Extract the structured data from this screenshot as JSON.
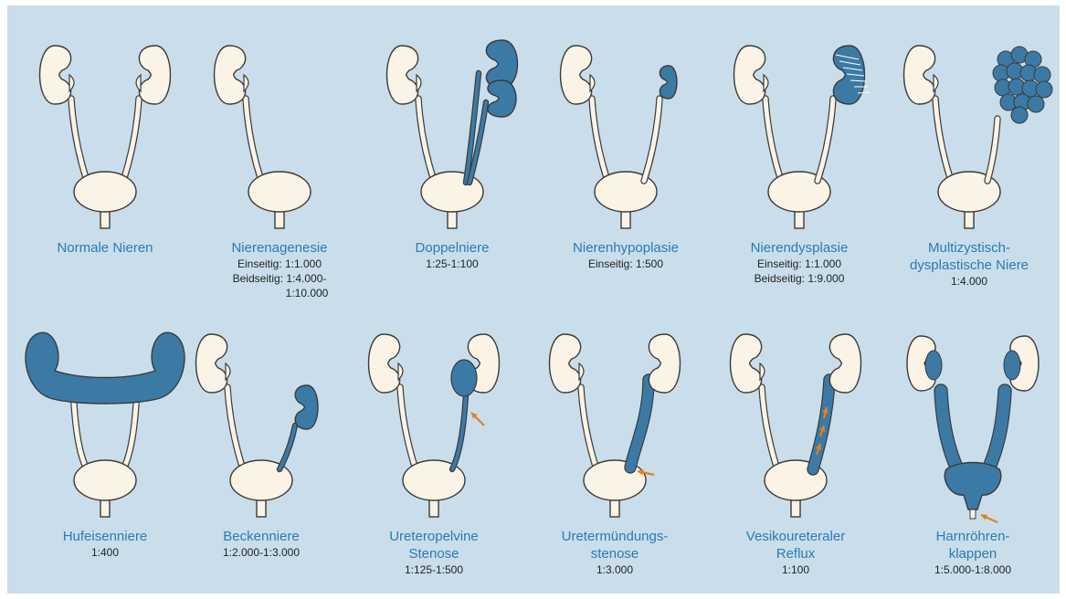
{
  "panels": [
    {
      "key": "normal",
      "title_lines": [
        "Normale Nieren"
      ],
      "lines": [],
      "align": "center"
    },
    {
      "key": "agenesis",
      "title_lines": [
        "Nierenagenesie"
      ],
      "lines": [
        "Einseitig:  1:1.000",
        "Beidseitig: 1:4.000-",
        "1:10.000"
      ],
      "align": "center"
    },
    {
      "key": "duplex",
      "title_lines": [
        "Doppelniere"
      ],
      "lines": [
        "1:25-1:100"
      ],
      "align": "center"
    },
    {
      "key": "hypoplasia",
      "title_lines": [
        "Nierenhypoplasie"
      ],
      "lines": [
        "Einseitig: 1:500"
      ],
      "align": "center"
    },
    {
      "key": "dysplasia",
      "title_lines": [
        "Nierendysplasie"
      ],
      "lines": [
        "Einseitig: 1:1.000",
        "Beidseitig: 1:9.000"
      ],
      "align": "center"
    },
    {
      "key": "mcdk",
      "title_lines": [
        "Multizystisch-",
        "dysplastische Niere"
      ],
      "lines": [
        "1:4.000"
      ],
      "align": "center"
    },
    {
      "key": "horseshoe",
      "title_lines": [
        "Hufeisenniere"
      ],
      "lines": [
        "1:400"
      ],
      "align": "center"
    },
    {
      "key": "pelvic",
      "title_lines": [
        "Beckenniere"
      ],
      "lines": [
        "1:2.000-1:3.000"
      ],
      "align": "center"
    },
    {
      "key": "upj",
      "title_lines": [
        "Ureteropelvine",
        "Stenose"
      ],
      "lines": [
        "1:125-1:500"
      ],
      "align": "center"
    },
    {
      "key": "uvj",
      "title_lines": [
        "Uretermündungs-",
        "stenose"
      ],
      "lines": [
        "1:3.000"
      ],
      "align": "center"
    },
    {
      "key": "vur",
      "title_lines": [
        "Vesikoureteraler",
        "Reflux"
      ],
      "lines": [
        "1:100"
      ],
      "align": "center"
    },
    {
      "key": "puv",
      "title_lines": [
        "Harnröhren-",
        "klappen"
      ],
      "lines": [
        "1:5.000-1:8.000"
      ],
      "align": "center"
    }
  ],
  "colors": {
    "background": "#c9deea",
    "organ_fill": "#fbf3e6",
    "outline": "#3a3a3a",
    "affected": "#3c7aa6",
    "arrow": "#e67e22",
    "title": "#2a7ab5"
  }
}
